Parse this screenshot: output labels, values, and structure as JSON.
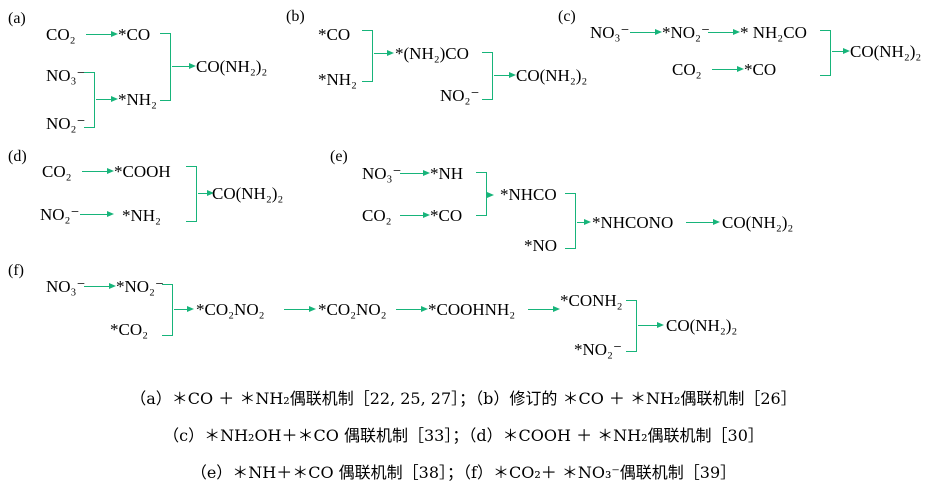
{
  "panels": {
    "a": {
      "label": "(a)",
      "nodes": [
        "CO₂",
        "*CO",
        "NO₃⁻",
        "NO₂⁻",
        "*NH₂",
        "CO(NH₂)₂"
      ]
    },
    "b": {
      "label": "(b)",
      "nodes": [
        "*CO",
        "*NH₂",
        "*(NH₂)CO",
        "NO₂⁻",
        "CO(NH₂)₂"
      ]
    },
    "c": {
      "label": "(c)",
      "nodes": [
        "NO₃⁻",
        "*NO₂⁻",
        "* NH₂CO",
        "CO₂",
        "*CO",
        "CO(NH₂)₂"
      ]
    },
    "d": {
      "label": "(d)",
      "nodes": [
        "CO₂",
        "*COOH",
        "NO₂⁻",
        "*NH₂",
        "CO(NH₂)₂"
      ]
    },
    "e": {
      "label": "(e)",
      "nodes": [
        "NO₃⁻",
        "*NH",
        "CO₂",
        "*CO",
        "*NHCO",
        "*NO",
        "*NHCONO",
        "CO(NH₂)₂"
      ]
    },
    "f": {
      "label": "(f)",
      "nodes": [
        "NO₃⁻",
        "*NO₂⁻",
        "*CO₂",
        "*CO₂NO₂",
        "*CO₂NO₂",
        "*COOHNH₂",
        "*CONH₂",
        "*NO₂⁻",
        "CO(NH₂)₂"
      ]
    }
  },
  "captions": [
    "（a）＊CO ＋ ＊NH₂偶联机制［22, 25, 27］；（b）修订的 ＊CO ＋ ＊NH₂偶联机制［26］",
    "（c）＊NH₂OH＋＊CO 偶联机制［33］；（d）＊COOH ＋ ＊NH₂偶联机制［30］",
    "（e）＊NH＋＊CO 偶联机制［38］；（f）＊CO₂＋ ＊NO₃⁻偶联机制［39］"
  ],
  "colors": {
    "arrow": "#17b47a",
    "text": "#000000"
  }
}
